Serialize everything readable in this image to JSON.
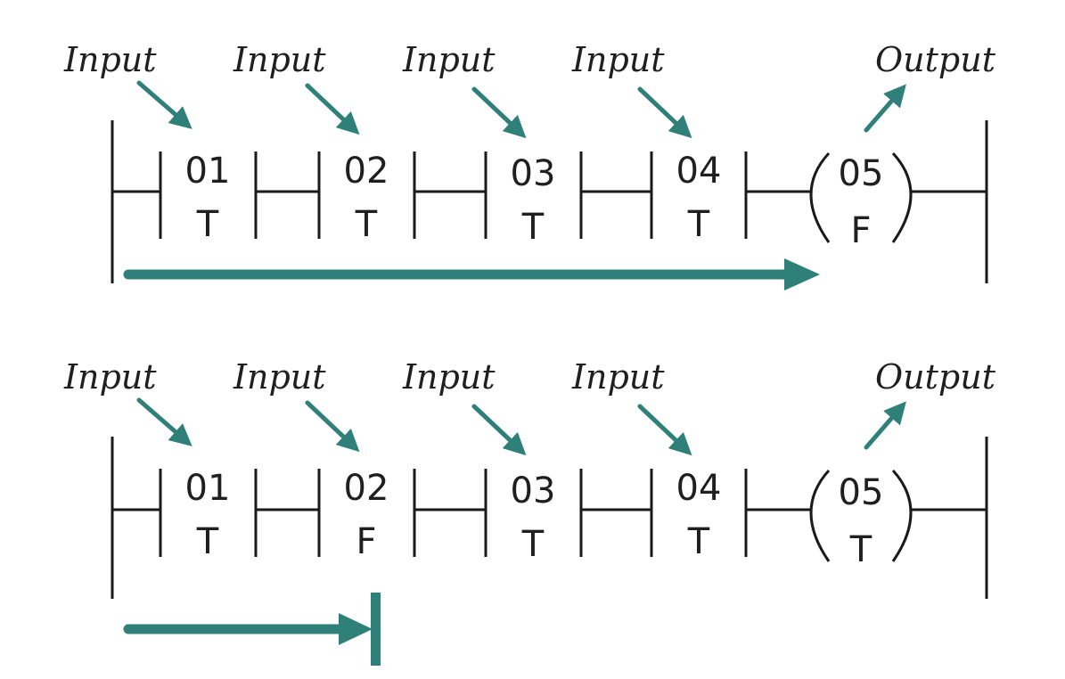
{
  "labels": {
    "input": "Input",
    "output": "Output"
  },
  "colors": {
    "accent": "#2e8078",
    "line": "#1a1a1a"
  },
  "rungs": [
    {
      "contacts": [
        {
          "id": "01",
          "state": "T"
        },
        {
          "id": "02",
          "state": "T"
        },
        {
          "id": "03",
          "state": "T"
        },
        {
          "id": "04",
          "state": "T"
        }
      ],
      "coil": {
        "id": "05",
        "state": "F"
      },
      "flow": "reaches-output"
    },
    {
      "contacts": [
        {
          "id": "01",
          "state": "T"
        },
        {
          "id": "02",
          "state": "F"
        },
        {
          "id": "03",
          "state": "T"
        },
        {
          "id": "04",
          "state": "T"
        }
      ],
      "coil": {
        "id": "05",
        "state": "T"
      },
      "flow": "blocked-at-contact-02"
    }
  ]
}
